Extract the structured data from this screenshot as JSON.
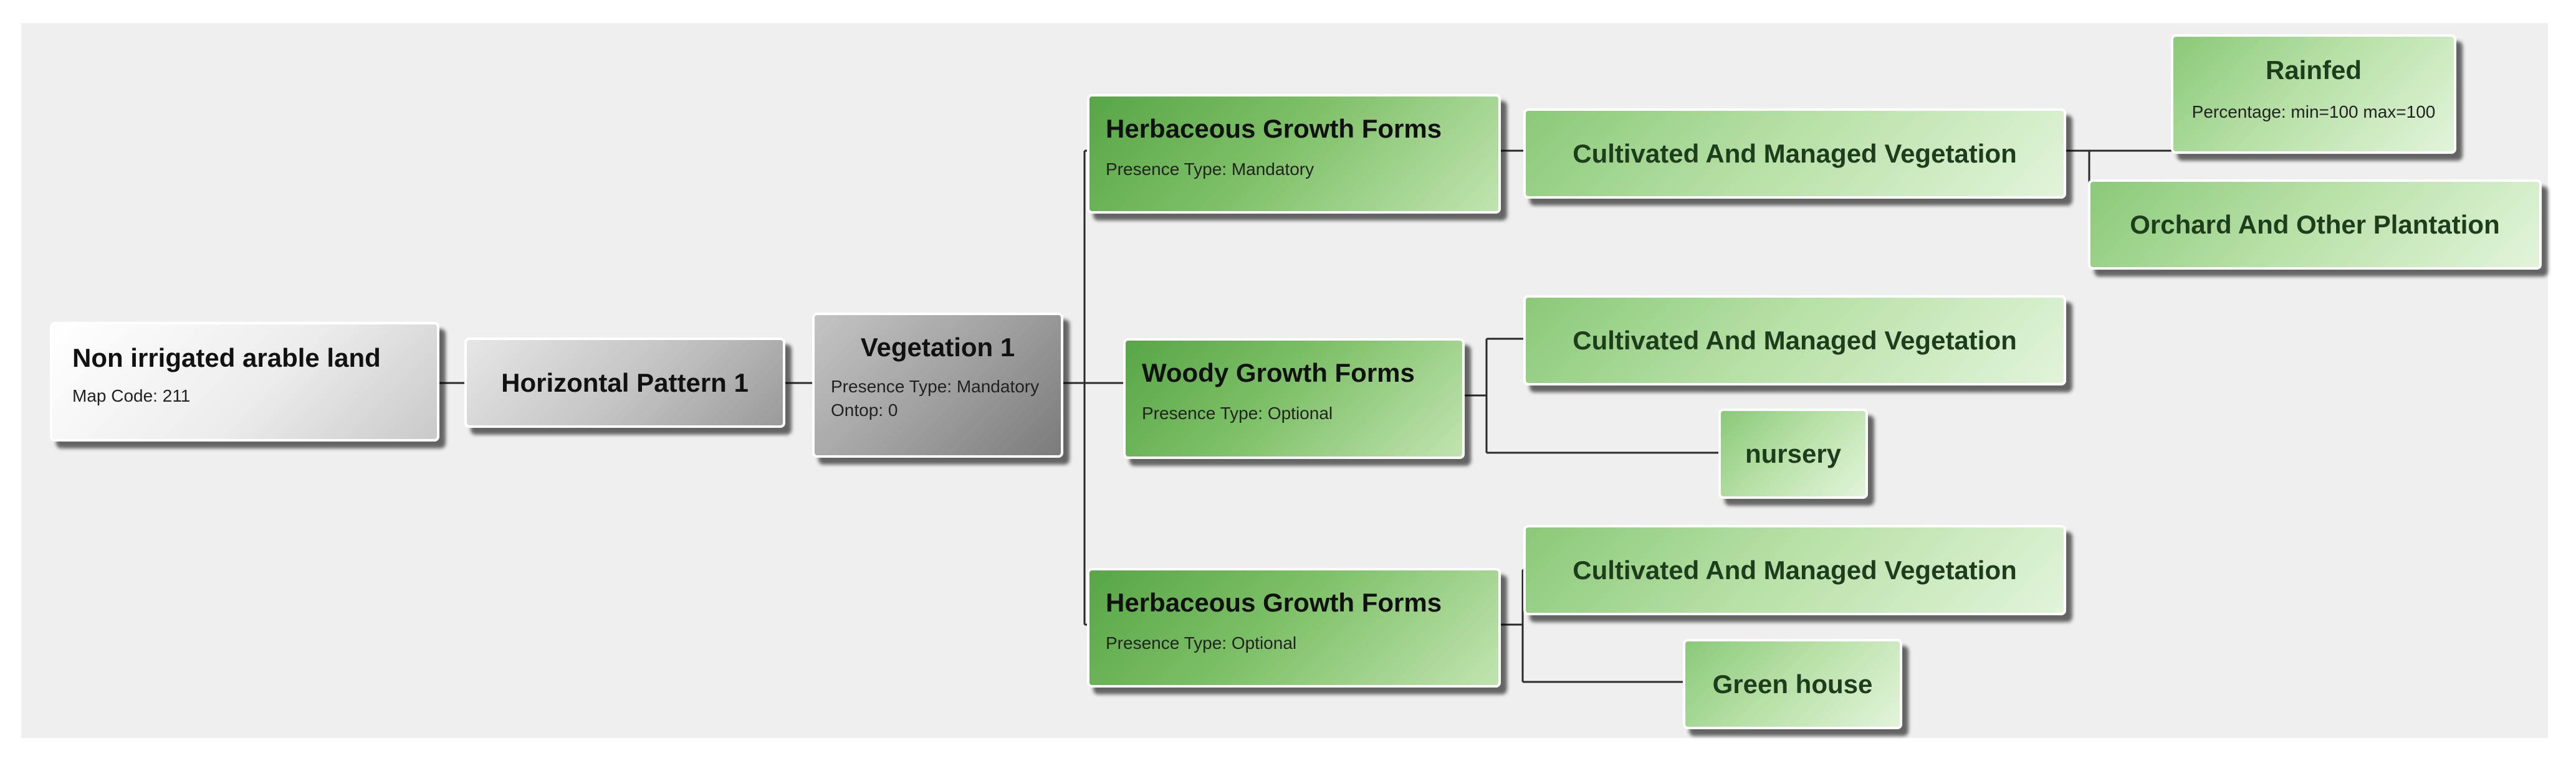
{
  "diagram": {
    "root": {
      "title": "Non irrigated arable land",
      "detail": "Map Code: 211"
    },
    "pattern": {
      "title": "Horizontal Pattern 1"
    },
    "vegetation": {
      "title": "Vegetation 1",
      "detail_presence": "Presence Type: Mandatory",
      "detail_ontop": "Ontop: 0"
    },
    "branches": [
      {
        "title": "Herbaceous Growth Forms",
        "detail": "Presence Type: Mandatory",
        "children": [
          {
            "title": "Cultivated And Managed Vegetation",
            "children": [
              {
                "title": "Rainfed",
                "detail": "Percentage: min=100 max=100"
              },
              {
                "title": "Orchard And Other Plantation"
              }
            ]
          }
        ]
      },
      {
        "title": "Woody Growth Forms",
        "detail": "Presence Type: Optional",
        "children": [
          {
            "title": "Cultivated And Managed Vegetation"
          },
          {
            "title": "nursery"
          }
        ]
      },
      {
        "title": "Herbaceous Growth Forms",
        "detail": "Presence Type: Optional",
        "children": [
          {
            "title": "Cultivated And Managed Vegetation"
          },
          {
            "title": "Green house"
          }
        ]
      }
    ]
  }
}
